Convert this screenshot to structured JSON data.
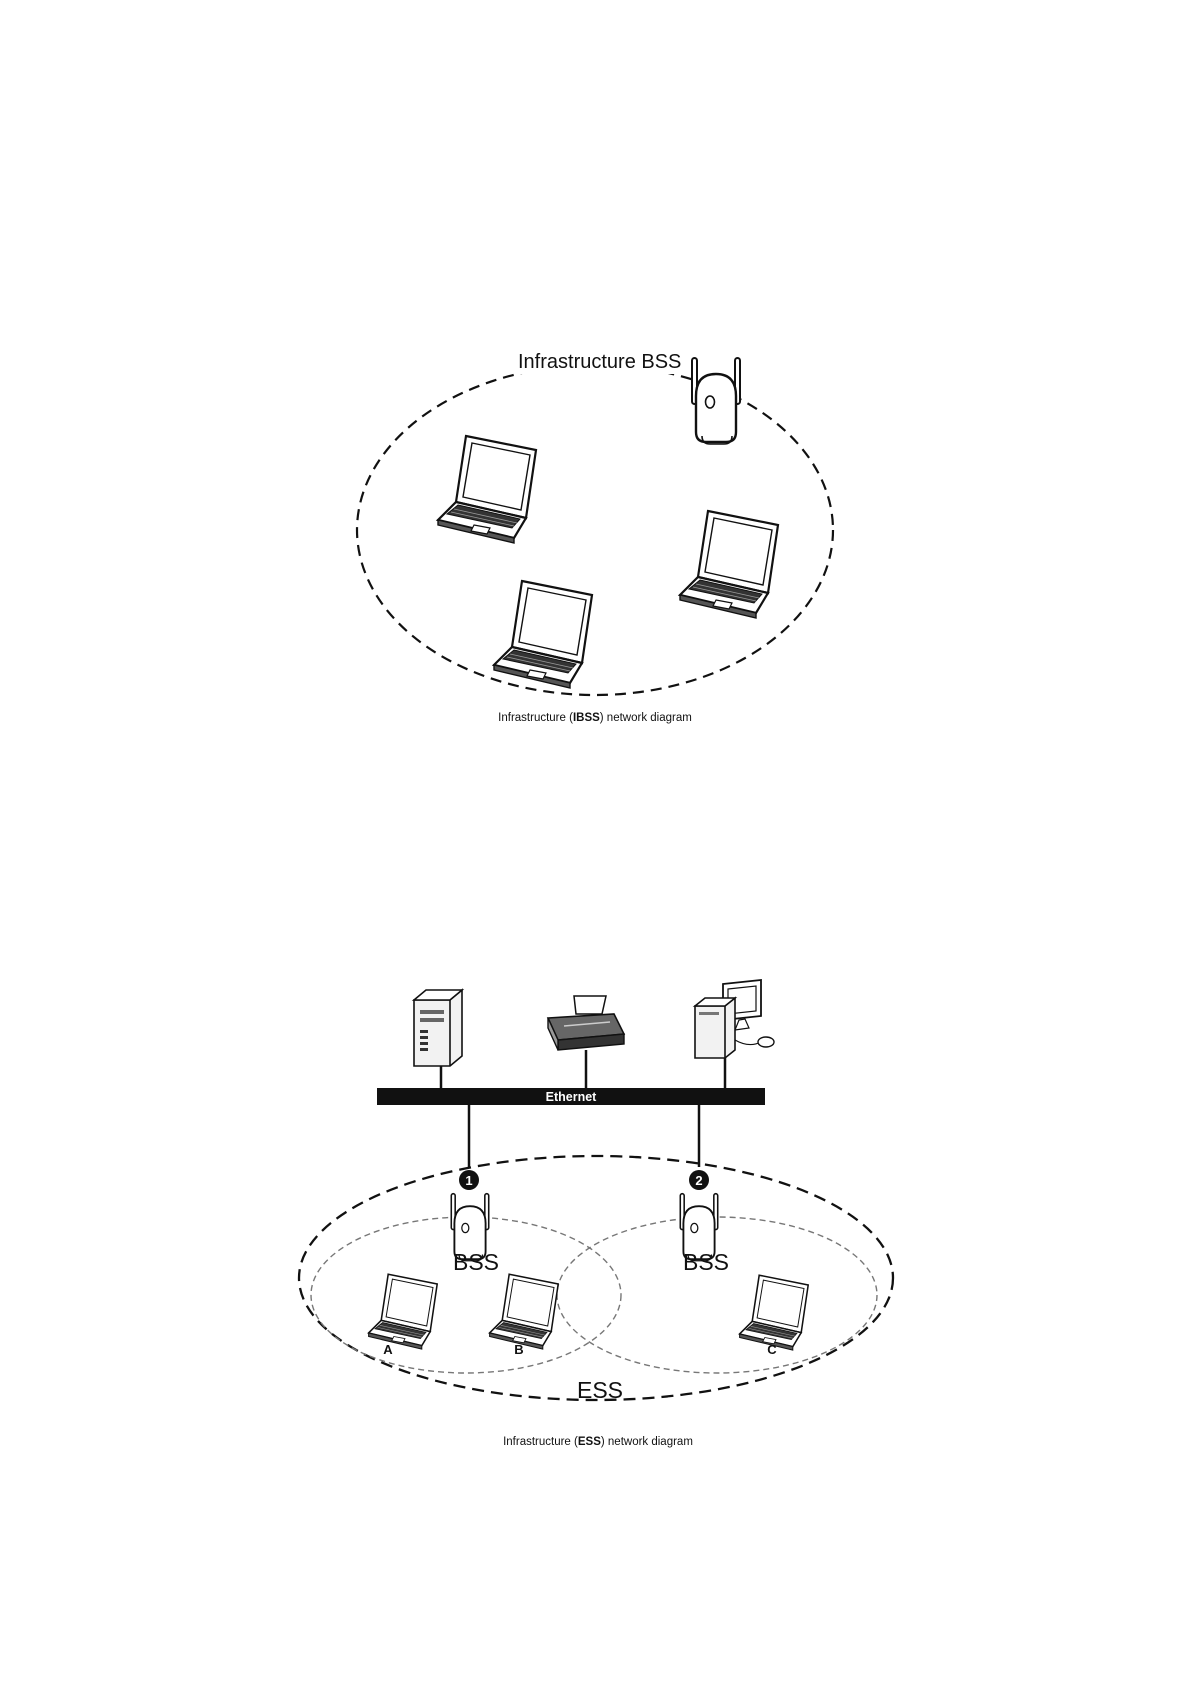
{
  "bss_diagram": {
    "title": "Infrastructure BSS",
    "caption_prefix": "Infrastructure (",
    "caption_bold": "IBSS",
    "caption_suffix": ") network diagram",
    "icons": [
      "access-point-icon",
      "laptop-icon"
    ]
  },
  "ess_diagram": {
    "ethernet_label": "Ethernet",
    "ap1_number": "1",
    "ap2_number": "2",
    "bss1_label": "BSS",
    "bss2_label": "BSS",
    "ess_label": "ESS",
    "client_a": "A",
    "client_b": "B",
    "client_c": "C",
    "caption_prefix": "Infrastructure (",
    "caption_bold": "ESS",
    "caption_suffix": ") network diagram",
    "icons": [
      "server-icon",
      "printer-icon",
      "desktop-computer-icon",
      "access-point-icon",
      "laptop-icon"
    ]
  }
}
